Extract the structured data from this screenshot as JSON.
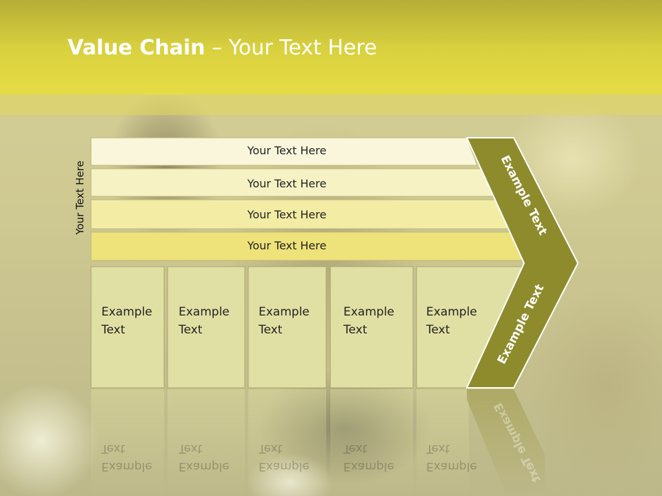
{
  "title": {
    "bold": "Value Chain",
    "rest": " – Your Text Here"
  },
  "side_label": "Your Text Here",
  "bars": [
    {
      "label": "Your Text Here",
      "color": "#f9f6dc"
    },
    {
      "label": "Your Text Here",
      "color": "#f6f2c4"
    },
    {
      "label": "Your Text Here",
      "color": "#f3eca4"
    },
    {
      "label": "Your Text Here",
      "color": "#eee27a"
    }
  ],
  "boxes": [
    {
      "line1": "Example",
      "line2": "Text"
    },
    {
      "line1": "Example",
      "line2": "Text"
    },
    {
      "line1": "Example",
      "line2": "Text"
    },
    {
      "line1": "Example",
      "line2": "Text"
    },
    {
      "line1": "Example",
      "line2": "Text"
    }
  ],
  "chevron": {
    "upper_label": "Example Text",
    "lower_label": "Example Text",
    "color": "#8e8b2c"
  },
  "colors": {
    "box_fill": "#e1e0a4",
    "header": "#d8d03e"
  }
}
